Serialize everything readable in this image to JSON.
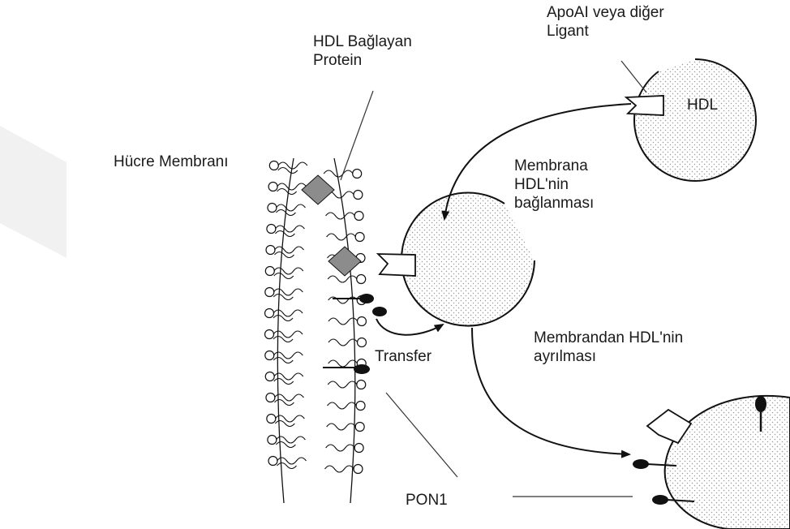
{
  "labels": {
    "hdl_binding_protein": [
      "HDL Bağlayan",
      "Protein"
    ],
    "ligand": [
      "ApoAI veya diğer",
      "Ligant"
    ],
    "hdl": "HDL",
    "cell_membrane": "Hücre Membranı",
    "membrane_binding": [
      "Membrana",
      "HDL'nin",
      "bağlanması"
    ],
    "detachment": [
      "Membrandan HDL'nin",
      "ayrılması"
    ],
    "transfer": "Transfer",
    "pon1": "PON1"
  },
  "colors": {
    "line": "#111111",
    "particle_fill": "#f4f4f4",
    "particle_dots": "#9a9a9a",
    "protein_fill": "#8c8c8c",
    "watermark": "#f1f1f1"
  },
  "icons": {
    "protein": "diamond",
    "receptor": "notched-square",
    "pon1": "lollipop"
  }
}
